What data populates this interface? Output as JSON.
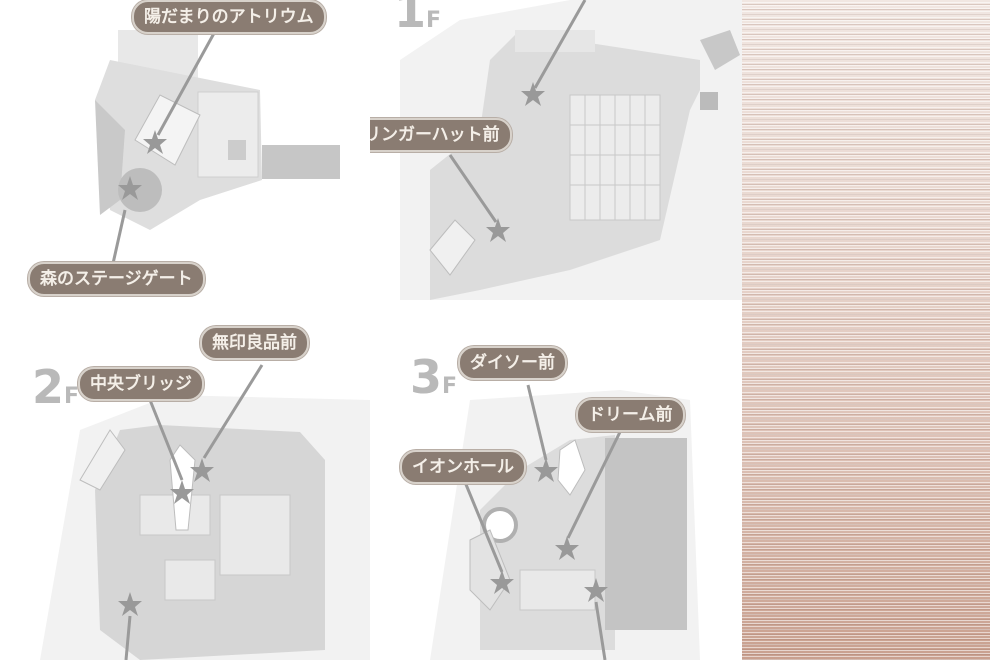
{
  "colors": {
    "label_bg": "#8a7c72",
    "label_text": "#f4efe8",
    "map_light": "#efefef",
    "map_mid": "#d2d2d2",
    "map_dark": "#b8b8b8",
    "marker": "#9a9a9a",
    "side_panel": "#dcc0b4"
  },
  "panels": {
    "g": {
      "labels": [
        "陽だまりのアトリウム",
        "森のステージゲート"
      ]
    },
    "f1": {
      "floor_num": "1",
      "floor_unit": "F",
      "labels": [
        "リンガーハット前"
      ]
    },
    "f2": {
      "floor_num": "2",
      "floor_unit": "F",
      "labels": [
        "無印良品前",
        "中央ブリッジ"
      ]
    },
    "f3": {
      "floor_num": "3",
      "floor_unit": "F",
      "labels": [
        "ダイソー前",
        "ドリーム前",
        "イオンホール"
      ]
    }
  }
}
